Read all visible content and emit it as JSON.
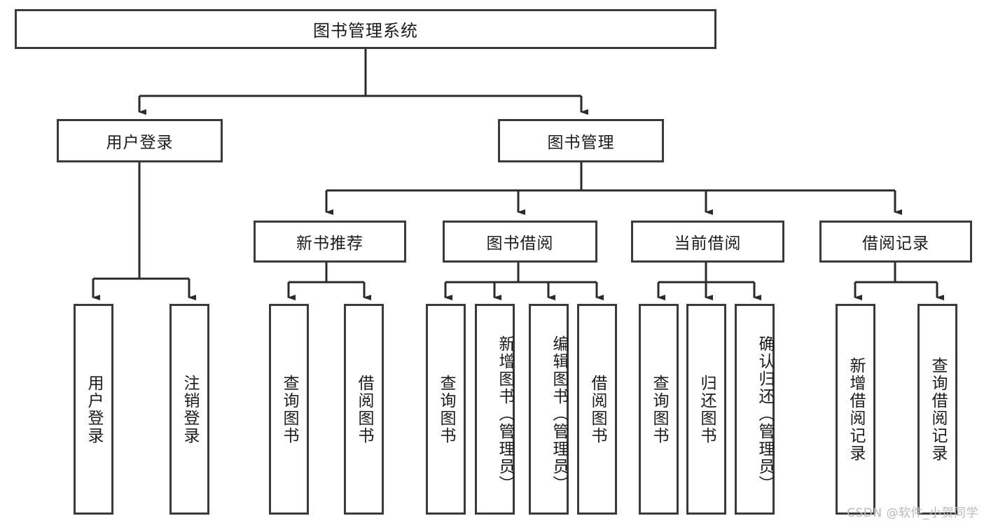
{
  "diagram": {
    "title_text": "图书管理系统",
    "type": "tree-hierarchy-diagram",
    "watermark": "CSDN @软件_小贺同学",
    "colors": {
      "box_border": "#3a3a3a",
      "box_fill": "#ffffff",
      "link_stroke": "#2b2b2b",
      "text": "#1b1b1b",
      "watermark": "#b9b9b9"
    },
    "nodes": {
      "root": {
        "label": "图书管理系统"
      },
      "level2": [
        {
          "label": "用户登录"
        },
        {
          "label": "图书管理"
        }
      ],
      "level3": [
        {
          "label": "新书推荐"
        },
        {
          "label": "图书借阅"
        },
        {
          "label": "当前借阅"
        },
        {
          "label": "借阅记录"
        }
      ],
      "leaves": {
        "user_login": [
          {
            "label": "用户登录"
          },
          {
            "label": "注销登录"
          }
        ],
        "new_book_recommend": [
          {
            "label": "查询图书"
          },
          {
            "label": "借阅图书"
          }
        ],
        "book_borrow": [
          {
            "label": "查询图书"
          },
          {
            "label": "新增图书（管理员）"
          },
          {
            "label": "编辑图书（管理员）"
          },
          {
            "label": "借阅图书"
          }
        ],
        "current_borrow": [
          {
            "label": "查询图书"
          },
          {
            "label": "归还图书"
          },
          {
            "label": "确认归还（管理员）"
          }
        ],
        "borrow_record": [
          {
            "label": "新增借阅记录"
          },
          {
            "label": "查询借阅记录"
          }
        ]
      }
    }
  }
}
